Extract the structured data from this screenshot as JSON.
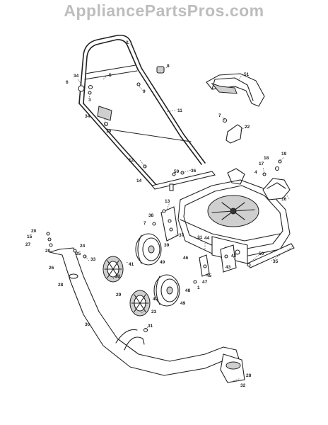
{
  "watermark": "AppliancePartsPros.com",
  "diagram_name": "mower-exploded-parts-diagram",
  "callouts": [
    {
      "id": "c2",
      "label": "2"
    },
    {
      "id": "c8",
      "label": "8"
    },
    {
      "id": "c51",
      "label": "51"
    },
    {
      "id": "c5",
      "label": "5"
    },
    {
      "id": "c34a",
      "label": "34"
    },
    {
      "id": "c6",
      "label": "6"
    },
    {
      "id": "c9",
      "label": "9"
    },
    {
      "id": "c3",
      "label": "3"
    },
    {
      "id": "c11",
      "label": "11"
    },
    {
      "id": "c7a",
      "label": "7"
    },
    {
      "id": "c22",
      "label": "22"
    },
    {
      "id": "c34b",
      "label": "34"
    },
    {
      "id": "c10",
      "label": "10"
    },
    {
      "id": "c19",
      "label": "19"
    },
    {
      "id": "c18",
      "label": "18"
    },
    {
      "id": "c17",
      "label": "17"
    },
    {
      "id": "c4",
      "label": "4"
    },
    {
      "id": "c12",
      "label": "12"
    },
    {
      "id": "c59",
      "label": "59"
    },
    {
      "id": "c36",
      "label": "36"
    },
    {
      "id": "c14",
      "label": "14"
    },
    {
      "id": "c16",
      "label": "16"
    },
    {
      "id": "c13",
      "label": "13"
    },
    {
      "id": "c38",
      "label": "38"
    },
    {
      "id": "c7b",
      "label": "7"
    },
    {
      "id": "c37",
      "label": "37"
    },
    {
      "id": "c21",
      "label": "21"
    },
    {
      "id": "c20a",
      "label": "20"
    },
    {
      "id": "c15",
      "label": "15"
    },
    {
      "id": "c27",
      "label": "27"
    },
    {
      "id": "c20b",
      "label": "20"
    },
    {
      "id": "c39",
      "label": "39"
    },
    {
      "id": "c24",
      "label": "24"
    },
    {
      "id": "c25",
      "label": "25"
    },
    {
      "id": "c33",
      "label": "33"
    },
    {
      "id": "c26",
      "label": "26"
    },
    {
      "id": "c44",
      "label": "44"
    },
    {
      "id": "c46",
      "label": "46"
    },
    {
      "id": "c42",
      "label": "42"
    },
    {
      "id": "c50",
      "label": "50"
    },
    {
      "id": "c35",
      "label": "35"
    },
    {
      "id": "c41",
      "label": "41"
    },
    {
      "id": "c49a",
      "label": "49"
    },
    {
      "id": "c43",
      "label": "43"
    },
    {
      "id": "c45",
      "label": "45"
    },
    {
      "id": "c47",
      "label": "47"
    },
    {
      "id": "c23a",
      "label": "23"
    },
    {
      "id": "c28a",
      "label": "28"
    },
    {
      "id": "c1",
      "label": "1"
    },
    {
      "id": "c48",
      "label": "48"
    },
    {
      "id": "c29",
      "label": "29"
    },
    {
      "id": "c40",
      "label": "40"
    },
    {
      "id": "c30",
      "label": "30"
    },
    {
      "id": "c23b",
      "label": "23"
    },
    {
      "id": "c49b",
      "label": "49"
    },
    {
      "id": "c31",
      "label": "31"
    },
    {
      "id": "c28b",
      "label": "28"
    },
    {
      "id": "c32",
      "label": "32"
    }
  ]
}
